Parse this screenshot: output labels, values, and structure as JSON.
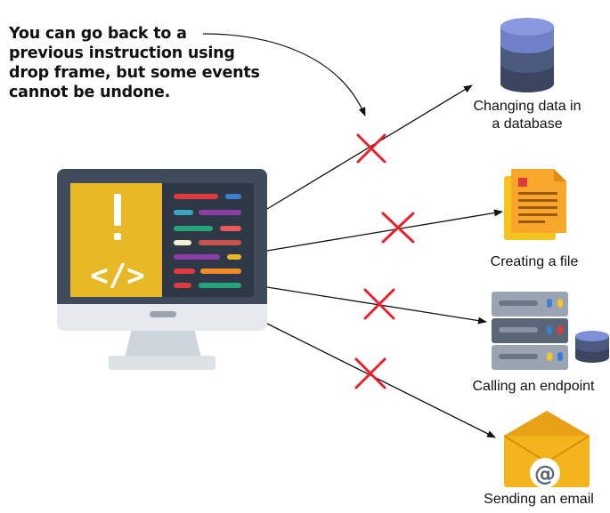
{
  "note": {
    "lines": [
      "You can go back to a",
      "previous instruction using",
      "drop frame, but some events",
      "cannot be undone."
    ]
  },
  "targets": [
    {
      "id": "database",
      "label_lines": [
        "Changing data in",
        "a database"
      ],
      "icon": "database-icon"
    },
    {
      "id": "file",
      "label_lines": [
        "Creating a file"
      ],
      "icon": "document-icon"
    },
    {
      "id": "endpoint",
      "label_lines": [
        "Calling an endpoint"
      ],
      "icon": "server-icon"
    },
    {
      "id": "email",
      "label_lines": [
        "Sending an email"
      ],
      "icon": "email-icon"
    }
  ],
  "source_icon": "computer-monitor-icon",
  "blocked_marker_icon": "red-x-icon",
  "colors": {
    "arrow": "#111111",
    "blocked_x": "#e8202a",
    "monitor_frame": "#3f4a5a",
    "monitor_base": "#e6eaee",
    "screen_left": "#e9b826",
    "screen_right": "#2f3846",
    "database": "#4a5a7e",
    "file": "#f6c41e",
    "server": "#5a6577",
    "email": "#f3b51e"
  }
}
